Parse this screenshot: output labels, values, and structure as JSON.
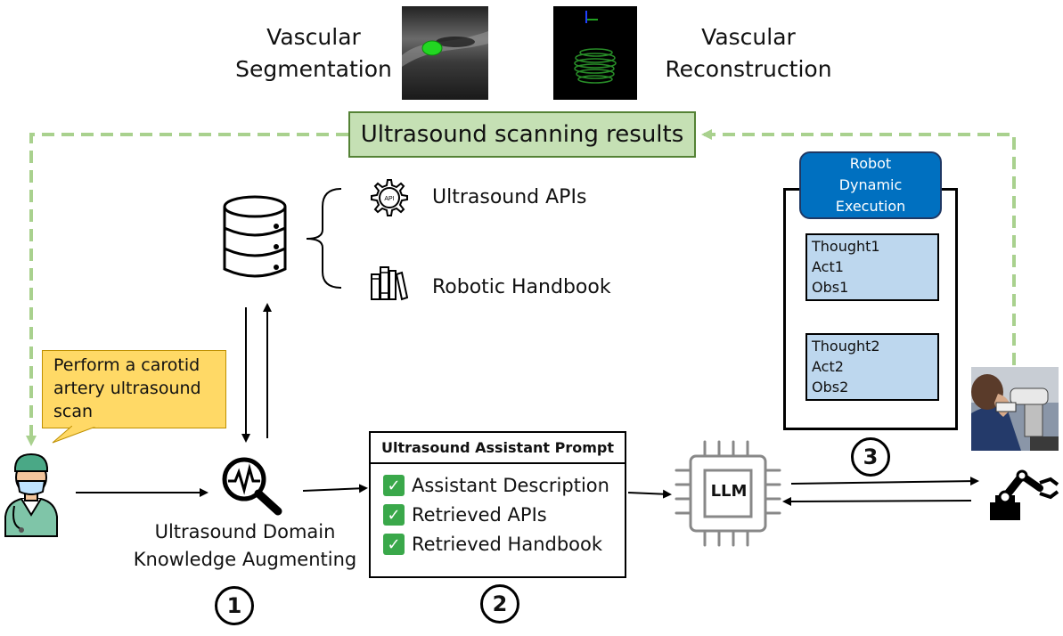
{
  "top": {
    "segmentation_label": [
      "Vascular",
      "Segmentation"
    ],
    "reconstruction_label": [
      "Vascular",
      "Reconstruction"
    ],
    "results_label": "Ultrasound scanning results"
  },
  "knowledge": {
    "apis_label": "Ultrasound APIs",
    "handbook_label": "Robotic Handbook",
    "augment_label": [
      "Ultrasound Domain",
      "Knowledge Augmenting"
    ],
    "api_icon_text": "API"
  },
  "request": {
    "text": [
      "Perform a carotid",
      "artery ultrasound",
      "scan"
    ]
  },
  "prompt": {
    "title": "Ultrasound Assistant Prompt",
    "items": [
      "Assistant Description",
      "Retrieved APIs",
      "Retrieved Handbook"
    ]
  },
  "llm": {
    "label": "LLM"
  },
  "execution": {
    "title": [
      "Robot",
      "Dynamic",
      "Execution"
    ],
    "steps": [
      [
        "Thought1",
        "Act1",
        "Obs1"
      ],
      [
        "Thought2",
        "Act2",
        "Obs2"
      ]
    ]
  },
  "steps_numbers": [
    "1",
    "2",
    "3"
  ],
  "colors": {
    "result_fill": "#c5e0b4",
    "dashed_line": "#a9d18e",
    "note_fill": "#ffd966",
    "exec_title": "#0070c0",
    "step_fill": "#bdd7ee",
    "check": "#3aa84a"
  }
}
